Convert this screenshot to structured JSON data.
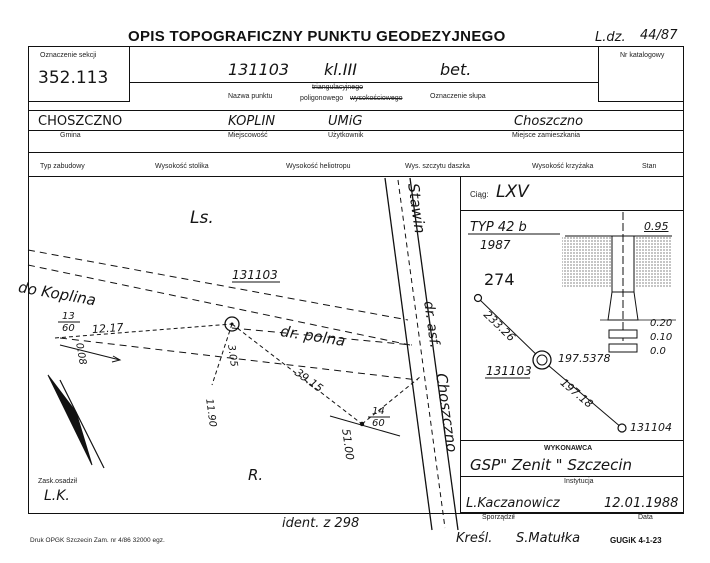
{
  "header": {
    "title": "OPIS TOPOGRAFICZNY PUNKTU GEODEZYJNEGO",
    "ldz_label": "L.dz.",
    "ldz_value": "44/87"
  },
  "sekcja": {
    "label": "Oznaczenie sekcji",
    "value": "352.113"
  },
  "katalog": {
    "label": "Nr katalogowy"
  },
  "punkt": {
    "name_value": "131103",
    "name_label": "Nazwa punktu",
    "class_value": "kl.III",
    "type_struck": "triangulacyjnego",
    "type_kept": "poligonowego",
    "type_struck2": "wysokościowego",
    "slupek_value": "bet.",
    "slupek_label": "Oznaczenie słupa"
  },
  "location": {
    "gmina_value": "CHOSZCZNO",
    "gmina_label": "Gmina",
    "miejscowosc_value": "KOPLIN",
    "miejscowosc_label": "Miejscowość",
    "uzytkownik_value": "UMiG",
    "uzytkownik_label": "Użytkownik",
    "miejsce_value": "Choszczno",
    "miejsce_label": "Miejsce zamieszkania"
  },
  "columns": [
    "Typ zabudowy",
    "Wysokość stolika",
    "Wysokość heliotropu",
    "Wys. szczytu daszka",
    "Wysokość krzyżaka",
    "Stan"
  ],
  "sketch": {
    "ls": "Ls.",
    "point_id": "131103",
    "do_koplina": "do Koplina",
    "dr_polna": "dr. polna",
    "stawin": "Stawin",
    "dr_asf": "dr. asf.",
    "choszczno": "Choszczno",
    "frac_left_num": "13",
    "frac_left_den": "60",
    "frac_right_num": "14",
    "frac_right_den": "60",
    "d_1217": "12.17",
    "d_008": "0.08",
    "d_305": "3.05",
    "d_1190": "11.90",
    "d_3915": "39.15",
    "d_5100": "51.00",
    "r_label": "R.",
    "ident": "ident. z 298"
  },
  "zask": {
    "label": "Zask.osadził",
    "value": "L.K."
  },
  "ciag": {
    "label": "Ciąg:",
    "value": "LXV"
  },
  "typ": {
    "type_value": "TYP 42 b",
    "year": "1987",
    "d095": "0.95",
    "d020": "0.20",
    "d010": "0.10",
    "d00": "0.0"
  },
  "network": {
    "p274": "274",
    "d23326": "233.26",
    "pt_131103": "131103",
    "angle": "197.5378",
    "d19718": "197.18",
    "pt_131104": "131104"
  },
  "wykonawca": {
    "label": "WYKONAWCA",
    "value": "GSP\" Zenit \" Szczecin",
    "inst_label": "Instytucja",
    "sporz_value": "L.Kaczanowicz",
    "sporz_label": "Sporządził",
    "data_value": "12.01.1988",
    "data_label": "Data"
  },
  "footer": {
    "druk": "Druk OPGK Szczecin Zam. nr 4/86   32000 egz.",
    "kresl_label": "Kreśl.",
    "kresl_value": "S.Matułka",
    "gugik": "GUGiK 4-1-23"
  }
}
